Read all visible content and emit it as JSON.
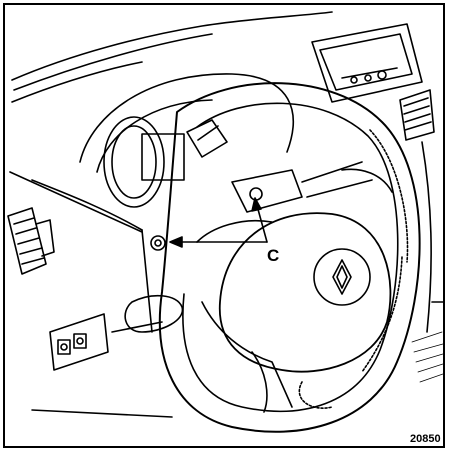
{
  "diagram": {
    "callout_label": "C",
    "figure_number": "20850",
    "subject": "steering-wheel-and-dashboard-line-drawing"
  }
}
